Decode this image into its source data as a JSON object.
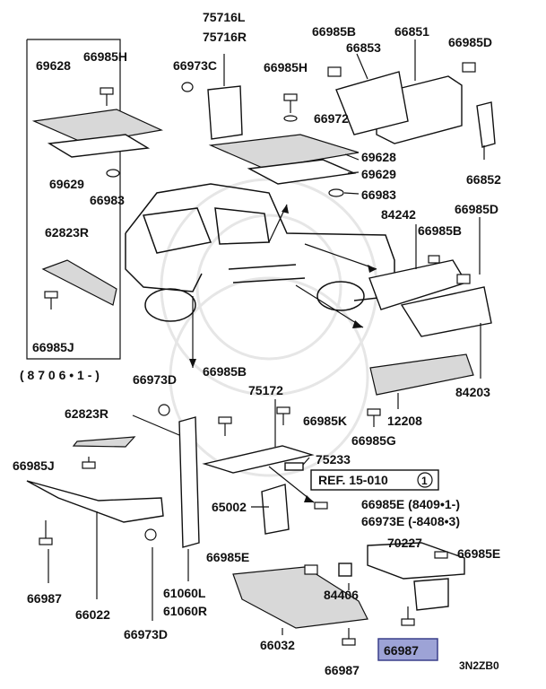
{
  "labels": {
    "p75716": "75716L",
    "p75716r": "75716R",
    "p66985b_top": "66985B",
    "p66851": "66851",
    "p66853": "66853",
    "p66985d_top": "66985D",
    "p69628_box": "69628",
    "p66985h_box": "66985H",
    "p66973c": "66973C",
    "p66985h": "66985H",
    "p66972": "66972",
    "p66852": "66852",
    "p69628": "69628",
    "p69629": "69629",
    "p69629_box": "69629",
    "p66983_box": "66983",
    "p66983": "66983",
    "p84242": "84242",
    "p66985d_mid": "66985D",
    "p62823r_box": "62823R",
    "p66985b_mid": "66985B",
    "p66985j_box": "66985J",
    "p_range": "( 8 7 0 6 • 1 - )",
    "p66973d_top": "66973D",
    "p66985b_low": "66985B",
    "p84203": "84203",
    "p75172": "75172",
    "p62823r": "62823R",
    "p66985k": "66985K",
    "p12208": "12208",
    "p66985g": "66985G",
    "p75233": "75233",
    "p66985j": "66985J",
    "p_ref": "REF. 15-010",
    "p_ref_num": "1",
    "p65002": "65002",
    "p66985e_a": "66985E  (8409•1-)",
    "p66973e": "66973E  (-8408•3)",
    "p70227": "70227",
    "p66985e_b": "66985E",
    "p66985e_c": "66985E",
    "p66987_l": "66987",
    "p66022": "66022",
    "p61060l": "61060L",
    "p61060r": "61060R",
    "p84406": "84406",
    "p66973d_bot": "66973D",
    "p66032": "66032",
    "p66987_hl": "66987",
    "p66987_b": "66987",
    "p_code": "3N2ZB0"
  },
  "colors": {
    "highlight_fill": "#9da3d6",
    "highlight_stroke": "#3a3f8a",
    "ink": "#111111",
    "watermark": "#e6e6e6"
  },
  "highlighted_part": "66987"
}
